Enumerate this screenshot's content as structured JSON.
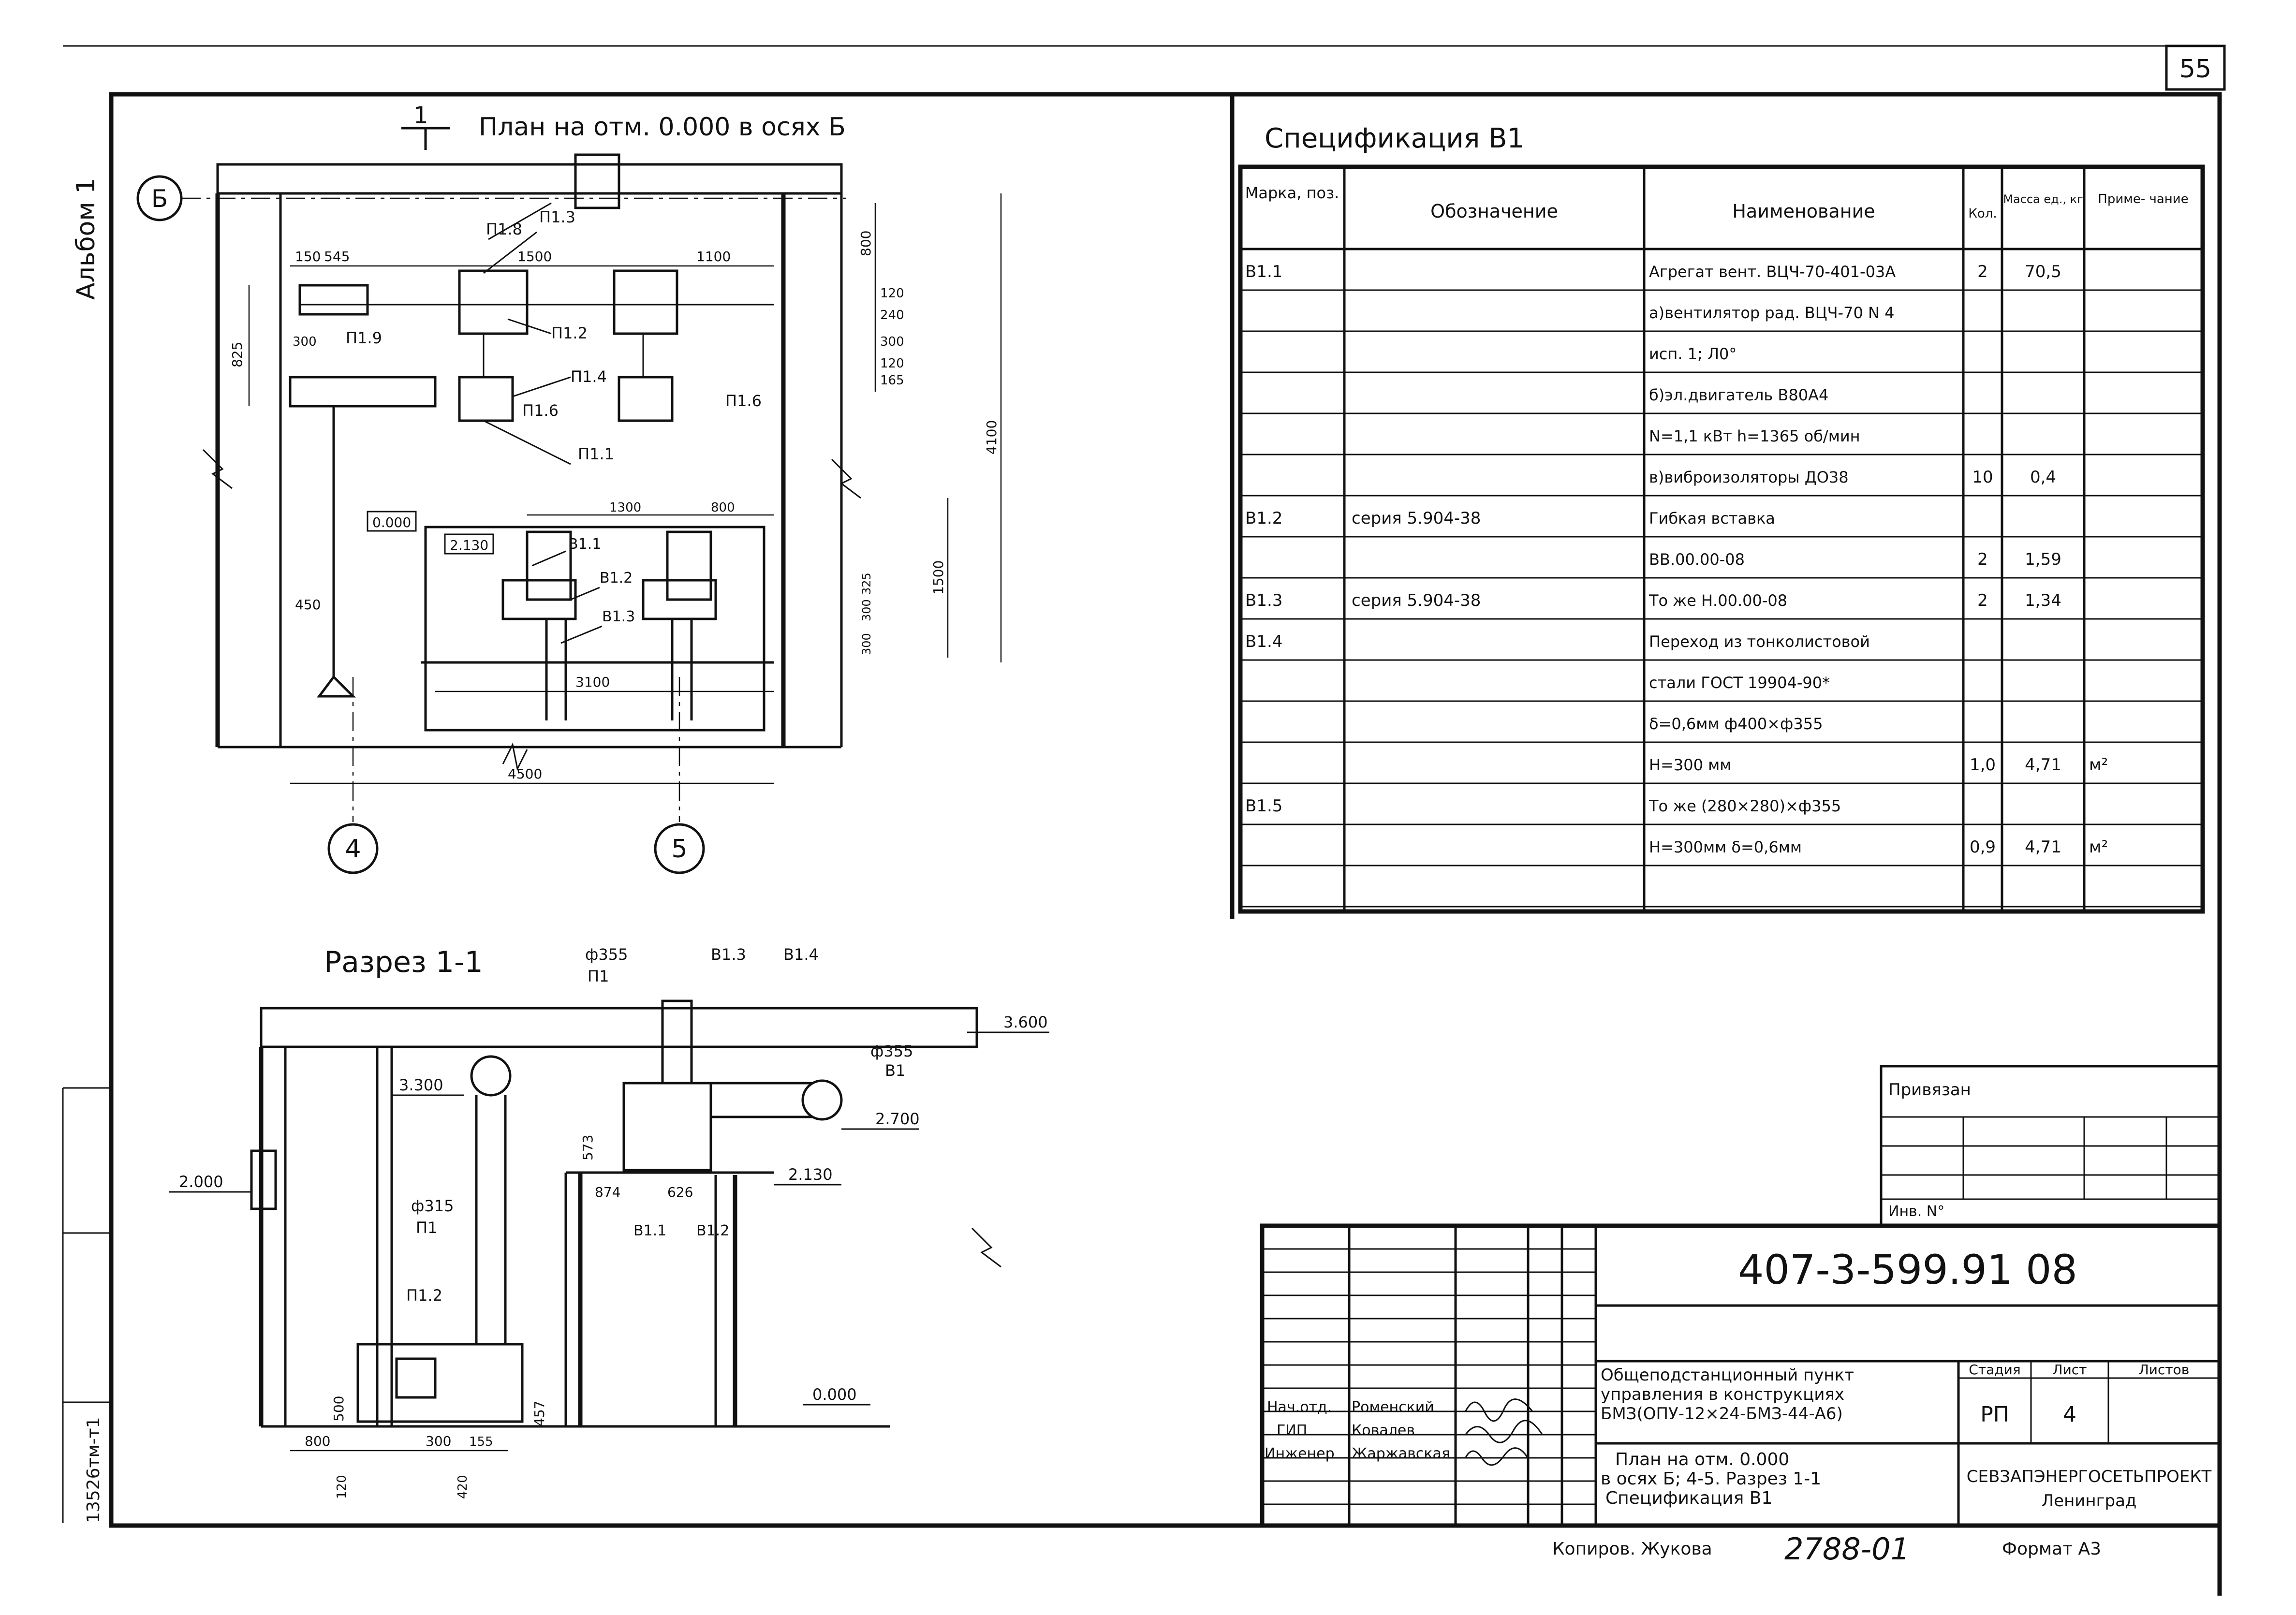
{
  "sheet": {
    "page_number": "55",
    "album_label": "Альбом 1",
    "side_stamp": "13526тм-т1"
  },
  "plan": {
    "section_mark": "1",
    "title": "План на отм. 0.000 в осях Б",
    "axis_b": "Б",
    "axis_4": "4",
    "axis_5": "5",
    "labels": [
      "П1.8",
      "П1.3",
      "П1.2",
      "П1.9",
      "П1.4",
      "П1.6",
      "П1.6",
      "П1.1",
      "В1.1",
      "В1.2",
      "В1.3"
    ],
    "level_a": "0.000",
    "level_b": "2.130",
    "dims": [
      "150",
      "545",
      "1500",
      "1100",
      "800",
      "120",
      "240",
      "300",
      "120",
      "165",
      "825",
      "300",
      "450",
      "4100",
      "1300",
      "800",
      "1500",
      "3100",
      "4500",
      "300",
      "325",
      "300"
    ]
  },
  "section": {
    "title": "Разрез 1-1",
    "labels": [
      "ф355",
      "П1",
      "В1.3",
      "В1.4",
      "ф355",
      "В1",
      "ф315",
      "П1",
      "П1.2",
      "В1.1",
      "В1.2"
    ],
    "levels": [
      "3.600",
      "3.300",
      "2.700",
      "2.000",
      "2.130",
      "0.000"
    ],
    "dims": [
      "573",
      "874",
      "626",
      "500",
      "457",
      "800",
      "300",
      "155",
      "120",
      "420"
    ]
  },
  "spec": {
    "title": "Спецификация В1",
    "headers": [
      "Марка, поз.",
      "Обозначение",
      "Наименование",
      "Кол.",
      "Масса ед., кг",
      "Приме- чание"
    ],
    "rows": [
      [
        "В1.1",
        "",
        "Агрегат вент. ВЦЧ-70-401-03А",
        "2",
        "70,5",
        ""
      ],
      [
        "",
        "",
        "а)вентилятор рад. ВЦЧ-70 N 4",
        "",
        "",
        ""
      ],
      [
        "",
        "",
        "исп. 1; Л0°",
        "",
        "",
        ""
      ],
      [
        "",
        "",
        "б)эл.двигатель  В80А4",
        "",
        "",
        ""
      ],
      [
        "",
        "",
        "N=1,1 кВт  h=1365 об/мин",
        "",
        "",
        ""
      ],
      [
        "",
        "",
        "в)виброизоляторы ДО38",
        "10",
        "0,4",
        ""
      ],
      [
        "В1.2",
        "серия 5.904-38",
        "Гибкая вставка",
        "",
        "",
        ""
      ],
      [
        "",
        "",
        "ВВ.00.00-08",
        "2",
        "1,59",
        ""
      ],
      [
        "В1.3",
        "серия 5.904-38",
        "То же Н.00.00-08",
        "2",
        "1,34",
        ""
      ],
      [
        "В1.4",
        "",
        "Переход из тонколистовой",
        "",
        "",
        ""
      ],
      [
        "",
        "",
        "стали ГОСТ 19904-90*",
        "",
        "",
        ""
      ],
      [
        "",
        "",
        "δ=0,6мм  ф400×ф355",
        "",
        "",
        ""
      ],
      [
        "",
        "",
        "Н=300 мм",
        "1,0",
        "4,71",
        "м²"
      ],
      [
        "В1.5",
        "",
        "То же (280×280)×ф355",
        "",
        "",
        ""
      ],
      [
        "",
        "",
        "Н=300мм  δ=0,6мм",
        "0,9",
        "4,71",
        "м²"
      ],
      [
        "",
        "",
        "",
        "",
        "",
        ""
      ]
    ]
  },
  "stamp": {
    "privyazan": "Привязан",
    "inv_no": "Инв. N°",
    "doc_code": "407-3-599.91 08",
    "roles": [
      [
        "Нач.отд.",
        "Роменский"
      ],
      [
        "ГИП",
        "Ковалев"
      ],
      [
        "Инженер",
        "Жаржавская"
      ]
    ],
    "project_name": [
      "Общеподстанционный пункт",
      "управления в конструкциях",
      "БМЗ(ОПУ-12×24-БМЗ-44-А6)"
    ],
    "sheet_name": [
      "План на отм. 0.000",
      "в осях Б; 4-5. Разрез 1-1",
      "Спецификация В1"
    ],
    "stage_label": "Стадия",
    "sheet_label": "Лист",
    "sheets_label": "Листов",
    "stage": "РП",
    "sheet_no": "4",
    "org": "СЕВЗАПЭНЕРГОСЕТЬПРОЕКТ",
    "city": "Ленинград",
    "copied": "Копиров. Жукова",
    "order_no": "2788-01",
    "format": "Формат А3"
  }
}
